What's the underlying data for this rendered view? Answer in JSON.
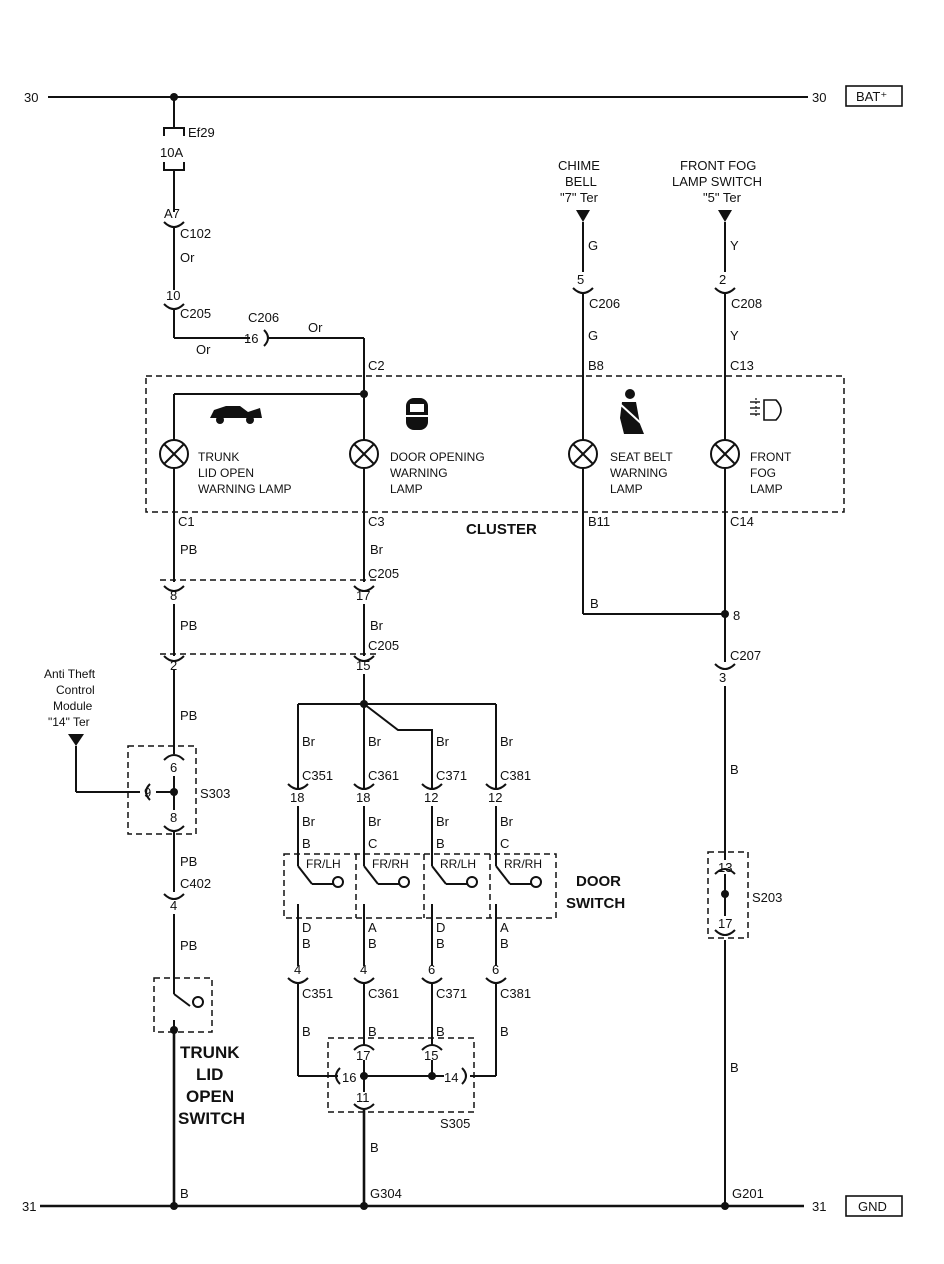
{
  "rails": {
    "top_left": "30",
    "top_right": "30",
    "bat": "BAT⁺",
    "bottom_left": "31",
    "bottom_right": "31",
    "gnd": "GND"
  },
  "fuse": {
    "name": "Ef29",
    "rating": "10A"
  },
  "connectors": {
    "a7": "A7",
    "c102": "C102",
    "or1": "Or",
    "pin10": "10",
    "c205_top": "C205",
    "c206_label": "C206",
    "pin16": "16",
    "or2": "Or",
    "or3": "Or",
    "c2": "C2",
    "chime_pin": "5",
    "chime_c206": "C206",
    "chime_g1": "G",
    "chime_g2": "G",
    "b8": "B8",
    "fog_pin": "2",
    "fog_c208": "C208",
    "fog_y1": "Y",
    "fog_y2": "Y",
    "c13": "C13"
  },
  "sources": {
    "chime": [
      "CHIME",
      "BELL",
      "\"7\" Ter"
    ],
    "fog_switch": [
      "FRONT FOG",
      "LAMP SWITCH",
      "\"5\" Ter"
    ],
    "anti_theft": [
      "Anti Theft",
      "Control",
      "Module",
      "\"14\" Ter"
    ]
  },
  "lamps": {
    "trunk": [
      "TRUNK",
      "LID OPEN",
      "WARNING LAMP"
    ],
    "door": [
      "DOOR OPENING",
      "WARNING",
      "LAMP"
    ],
    "seat": [
      "SEAT BELT",
      "WARNING",
      "LAMP"
    ],
    "fog": [
      "FRONT",
      "FOG",
      "LAMP"
    ]
  },
  "cluster": {
    "label": "CLUSTER",
    "c1": "C1",
    "c3": "C3",
    "b11": "B11",
    "c14": "C14"
  },
  "wires": {
    "pb1": "PB",
    "br1": "Br",
    "c205_mid": "C205",
    "pin8": "8",
    "pin17": "17",
    "pb2": "PB",
    "br2": "Br",
    "c205_low": "C205",
    "pin2": "2",
    "pin15": "15",
    "b_seat": "B",
    "pin8_right": "8",
    "c207": "C207",
    "pin3": "3",
    "b_right1": "B",
    "b_right2": "B",
    "pb3": "PB",
    "pb4": "PB",
    "c402": "C402",
    "pin4": "4",
    "pb5": "PB",
    "b_left": "B"
  },
  "s303": {
    "name": "S303",
    "pin6": "6",
    "pin9": "9",
    "pin8": "8"
  },
  "s203": {
    "name": "S203",
    "pin13": "13",
    "pin17": "17"
  },
  "s305": {
    "name": "S305",
    "pin17": "17",
    "pin15": "15",
    "pin16": "16",
    "pin14": "14",
    "pin11": "11"
  },
  "door_switch": {
    "label": [
      "DOOR",
      "SWITCH"
    ],
    "branches": [
      {
        "wire_top": "Br",
        "conn": "C351",
        "pin": "18",
        "wire_mid": "Br",
        "term_top": "B",
        "sw": "FR/LH",
        "term_bot": "D",
        "wire_b": "B",
        "pin_bot": "4",
        "conn_bot": "C351",
        "wire_low": "B"
      },
      {
        "wire_top": "Br",
        "conn": "C361",
        "pin": "18",
        "wire_mid": "Br",
        "term_top": "C",
        "sw": "FR/RH",
        "term_bot": "A",
        "wire_b": "B",
        "pin_bot": "4",
        "conn_bot": "C361",
        "wire_low": "B"
      },
      {
        "wire_top": "Br",
        "conn": "C371",
        "pin": "12",
        "wire_mid": "Br",
        "term_top": "B",
        "sw": "RR/LH",
        "term_bot": "D",
        "wire_b": "B",
        "pin_bot": "6",
        "conn_bot": "C371",
        "wire_low": "B"
      },
      {
        "wire_top": "Br",
        "conn": "C381",
        "pin": "12",
        "wire_mid": "Br",
        "term_top": "C",
        "sw": "RR/RH",
        "term_bot": "A",
        "wire_b": "B",
        "pin_bot": "6",
        "conn_bot": "C381",
        "wire_low": "B"
      }
    ]
  },
  "trunk_switch": [
    "TRUNK",
    "LID",
    "OPEN",
    "SWITCH"
  ],
  "grounds": {
    "g304": "G304",
    "g201": "G201",
    "b_mid": "B",
    "b_bottom": "B"
  },
  "icons": {
    "trunk": "car-trunk-icon",
    "door": "car-door-icon",
    "seat": "seatbelt-icon",
    "fog": "fog-lamp-icon"
  }
}
